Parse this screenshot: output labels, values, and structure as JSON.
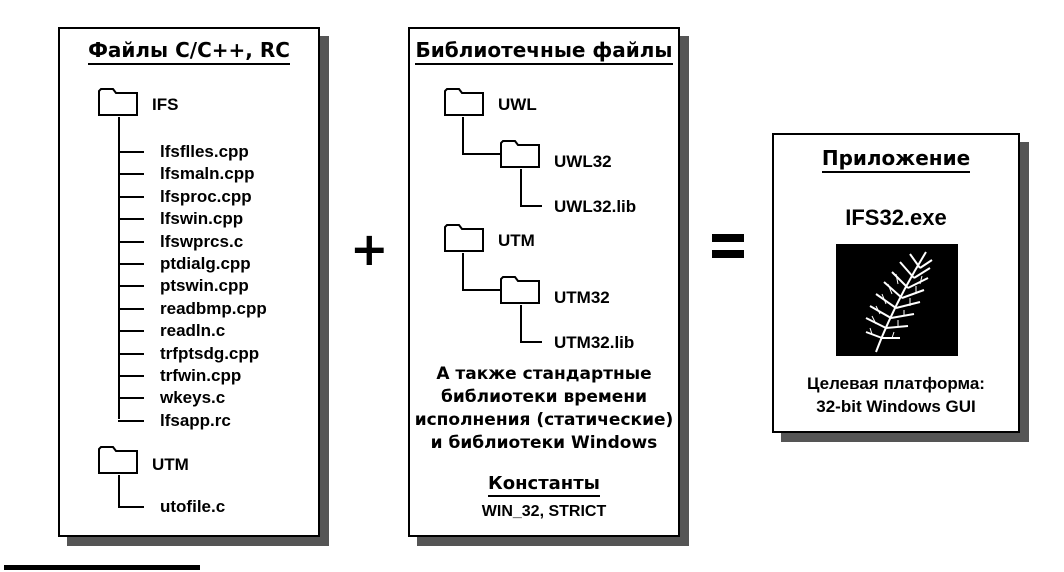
{
  "sources": {
    "title": "Файлы C/C++, RC",
    "folder_ifs": "IFS",
    "files": [
      "lfsflles.cpp",
      "lfsmaln.cpp",
      "lfsproc.cpp",
      "lfswin.cpp",
      "lfswprcs.c",
      "ptdialg.cpp",
      "ptswin.cpp",
      "readbmp.cpp",
      "readln.c",
      "trfptsdg.cpp",
      "trfwin.cpp",
      "wkeys.c",
      "lfsapp.rc"
    ],
    "folder_utm": "UTM",
    "utm_file": "utofile.c"
  },
  "libs": {
    "title": "Библиотечные файлы",
    "uwl": "UWL",
    "uwl32": "UWL32",
    "uwl32_lib": "UWL32.lib",
    "utm": "UTM",
    "utm32": "UTM32",
    "utm32_lib": "UTM32.lib",
    "note_lines": [
      "А также стандартные",
      "библиотеки времени",
      "исполнения (статические)",
      "и библиотеки Windows"
    ],
    "constants_title": "Константы",
    "constants_value": "WIN_32, STRICT"
  },
  "operators": {
    "plus": "+",
    "equals": "="
  },
  "app": {
    "title": "Приложение",
    "exe": "IFS32.exe",
    "target_line1": "Целевая платформа:",
    "target_line2": "32-bit Windows GUI"
  }
}
